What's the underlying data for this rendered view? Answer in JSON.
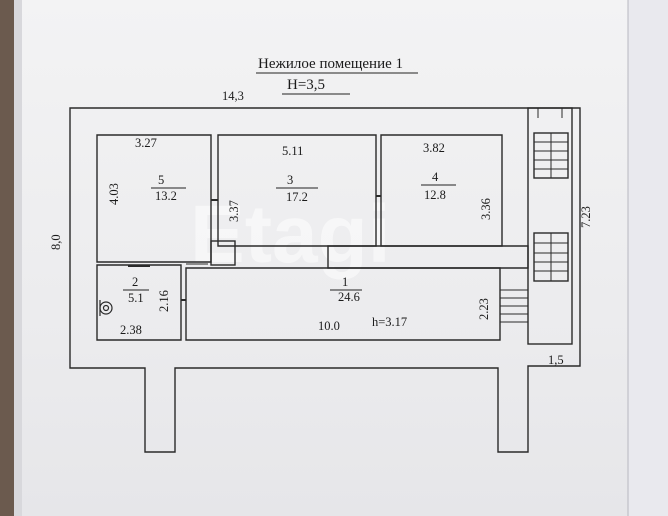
{
  "plan": {
    "title": "Нежилое помещение 1",
    "height_label": "H=3,5",
    "overall_width": "14,3",
    "overall_depth": "8,0",
    "stair_width": "1,5",
    "stair_length": "7.23",
    "hall_height": "h=3.17",
    "watermark": "Etagi"
  },
  "rooms": [
    {
      "number": "1",
      "area": "24.6"
    },
    {
      "number": "2",
      "area": "5.1"
    },
    {
      "number": "3",
      "area": "17.2"
    },
    {
      "number": "4",
      "area": "12.8"
    },
    {
      "number": "5",
      "area": "13.2"
    }
  ],
  "dimensions": {
    "room5_width": "3.27",
    "room5_depth": "4.03",
    "room3_width": "5.11",
    "room3_depth": "3.37",
    "room4_width": "3.82",
    "room4_depth": "3.36",
    "room2_width": "2.38",
    "room2_depth": "2.16",
    "room1_width": "10.0",
    "room1_depth": "2.23"
  }
}
